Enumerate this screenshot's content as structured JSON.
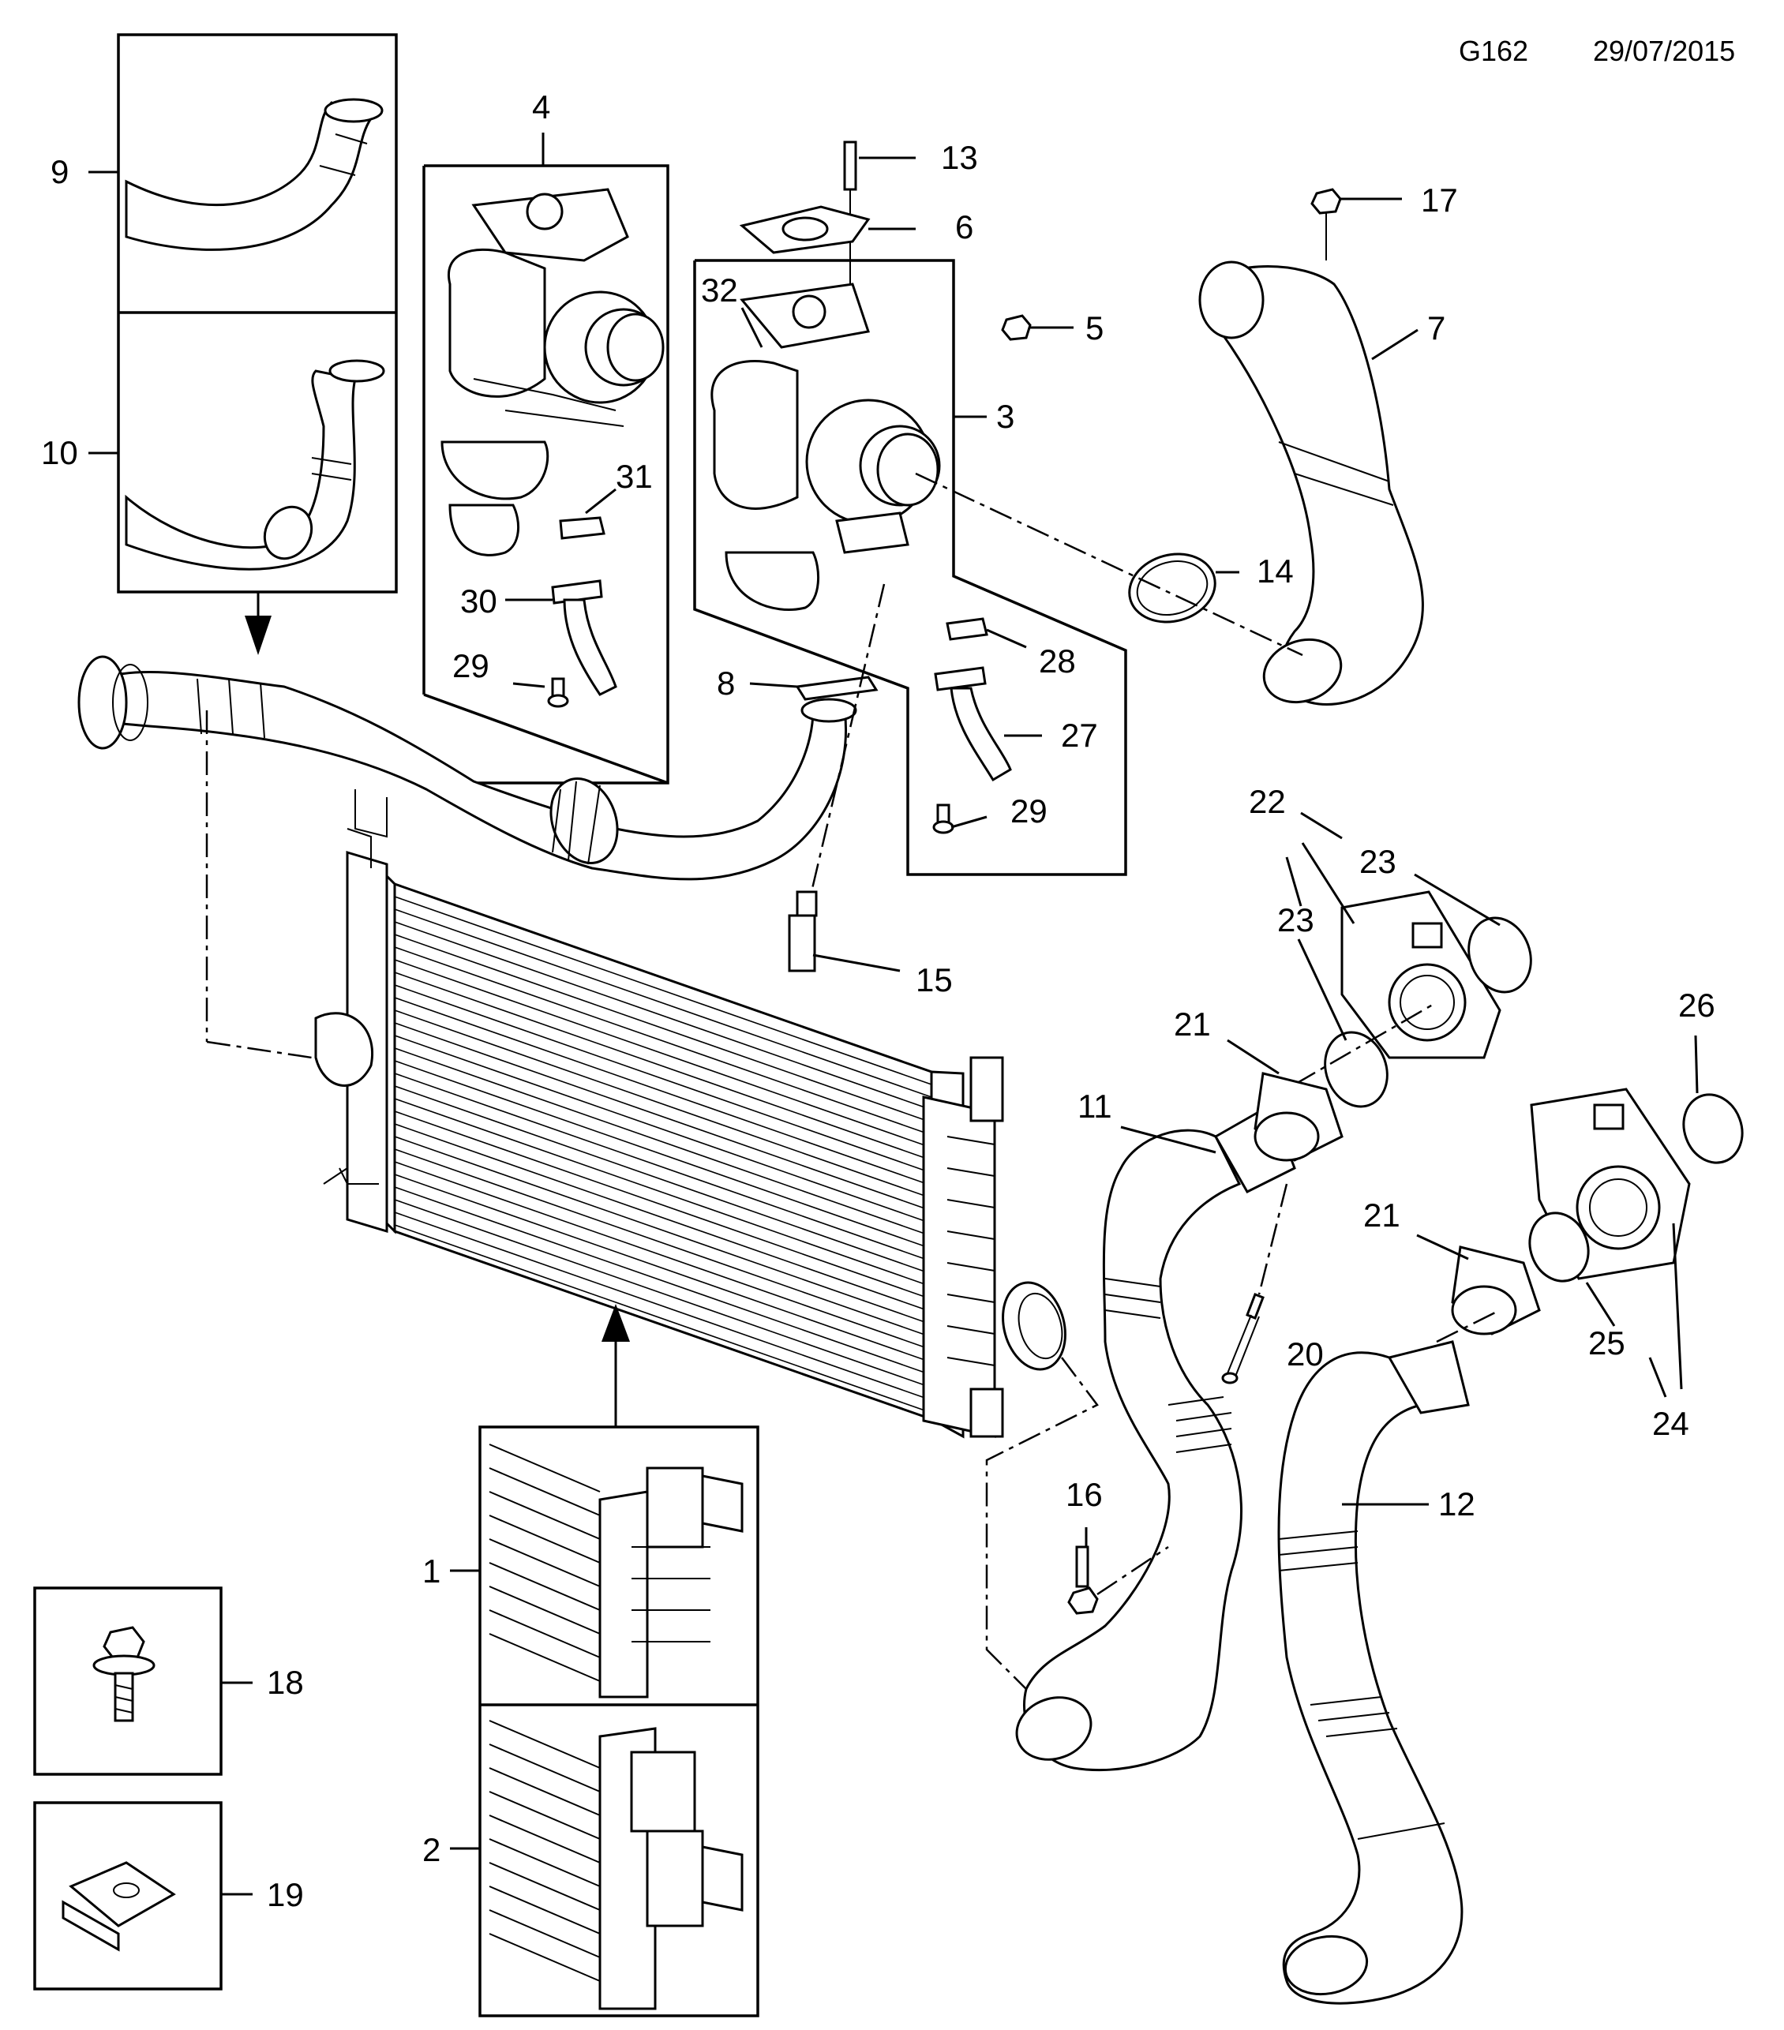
{
  "header": {
    "code": "G162",
    "date": "29/07/2015"
  },
  "callouts": {
    "c1": "1",
    "c2": "2",
    "c3": "3",
    "c4": "4",
    "c5": "5",
    "c6": "6",
    "c7": "7",
    "c8": "8",
    "c9": "9",
    "c10": "10",
    "c11": "11",
    "c12": "12",
    "c13": "13",
    "c14": "14",
    "c15": "15",
    "c16": "16",
    "c17": "17",
    "c18": "18",
    "c19": "19",
    "c20": "20",
    "c21a": "21",
    "c21b": "21",
    "c22": "22",
    "c23a": "23",
    "c23b": "23",
    "c24": "24",
    "c25": "25",
    "c26": "26",
    "c27": "27",
    "c28": "28",
    "c29a": "29",
    "c29b": "29",
    "c30": "30",
    "c31": "31",
    "c32": "32"
  },
  "colors": {
    "ink": "#000000",
    "paper": "#ffffff"
  }
}
